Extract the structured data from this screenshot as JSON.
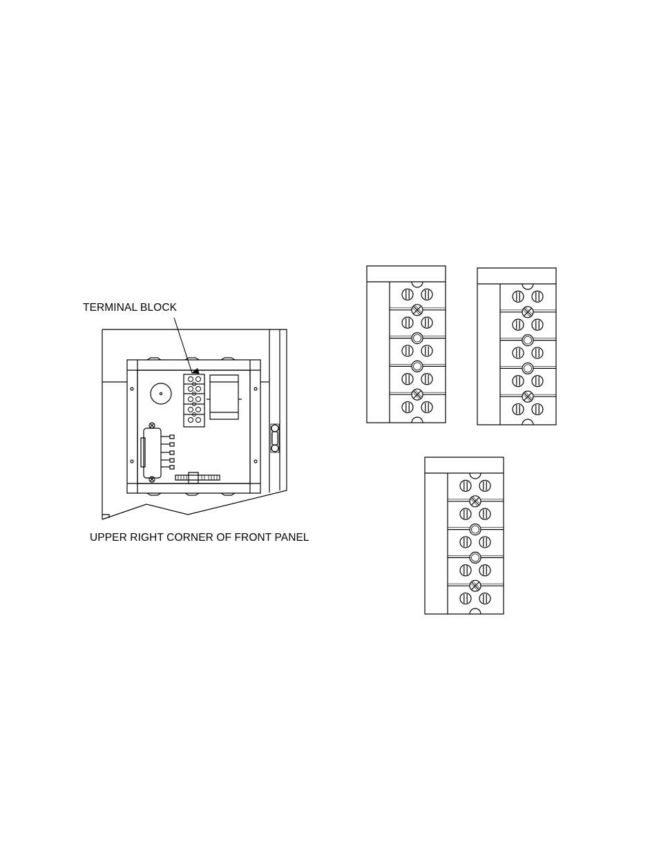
{
  "labels": {
    "terminal_block": "TERMINAL BLOCK",
    "caption": "UPPER RIGHT CORNER OF FRONT PANEL"
  },
  "terminal_blocks": [
    {
      "screws": [
        "slot",
        "cross",
        "slot",
        "plain",
        "slot",
        "plain",
        "slot",
        "cross",
        "slot"
      ]
    },
    {
      "screws": [
        "slot",
        "cross",
        "slot",
        "plain",
        "slot",
        "plain",
        "slot",
        "cross",
        "slot"
      ]
    },
    {
      "screws": [
        "slot",
        "cross",
        "slot",
        "plain",
        "slot",
        "plain",
        "slot",
        "cross",
        "slot"
      ]
    }
  ],
  "colors": {
    "line": "#000000",
    "background": "#ffffff"
  }
}
